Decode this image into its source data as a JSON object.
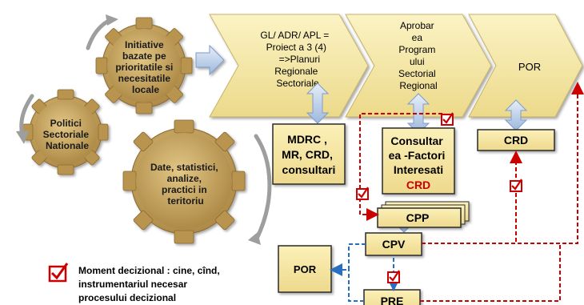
{
  "gears": {
    "initiative": [
      "Initiative",
      "bazate pe",
      "prioritatile si",
      "necesitatile",
      "locale"
    ],
    "politici": [
      "Politici",
      "Sectoriale",
      "Nationale"
    ],
    "date": [
      "Date, statistici,",
      "analize,",
      "practici in",
      "teritoriu"
    ]
  },
  "chevrons": {
    "gl": [
      "GL/ ADR/ APL =",
      "Proiect a 3 (4)",
      "=>Planuri",
      "Regionale",
      "Sectoriale"
    ],
    "aprobare": [
      "Aprobar",
      "ea",
      "Program",
      "ului",
      "Sectorial",
      "Regional"
    ],
    "por": "POR"
  },
  "boxes": {
    "mdrc": [
      "MDRC ,",
      "MR, CRD,",
      "consultari"
    ],
    "consultarea": [
      "Consultar",
      "ea -Factori",
      "Interesati"
    ],
    "consultarea_crd": "CRD",
    "crd": "CRD",
    "cpp": "CPP",
    "cpv": "CPV",
    "por_small": "POR",
    "pre": "PRE"
  },
  "legend": {
    "text": [
      "Moment decizional : cine, cînd,",
      "instrumentariul necesar",
      "procesului decizional"
    ]
  },
  "colors": {
    "gear": "#c9a561",
    "chevron": "#f5e6a0",
    "box": "#f7e8a3",
    "accent_red": "#cc0000",
    "accent_blue": "#2a6ec0",
    "arrow_blue": "#b9cee8"
  }
}
